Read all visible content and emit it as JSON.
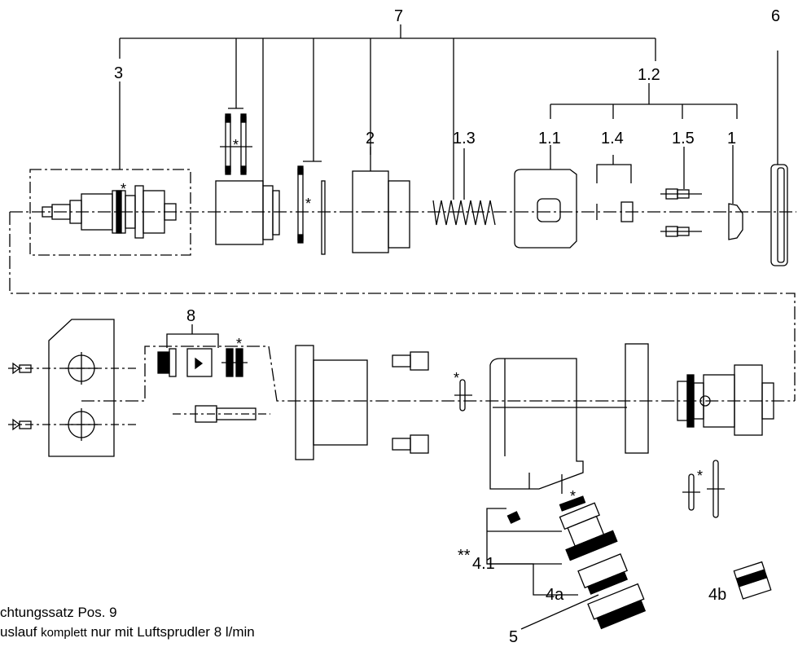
{
  "labels": {
    "l7": "7",
    "l6": "6",
    "l3": "3",
    "l12": "1.2",
    "l2": "2",
    "l13": "1.3",
    "l11": "1.1",
    "l14": "1.4",
    "l15": "1.5",
    "l1": "1",
    "l8": "8",
    "l41": "4.1",
    "l41_prefix": "**",
    "l4a": "4a",
    "l4b": "4b",
    "l5": "5",
    "star": "*"
  },
  "notes": {
    "line1": "chtungssatz Pos. 9",
    "line2_a": "uslauf ",
    "line2_b": "komplett",
    "line2_c": " nur mit Luftsprudler 8 l/min"
  },
  "colors": {
    "line": "#000000",
    "part_fill": "#ffffff",
    "dark_fill": "#000000"
  }
}
